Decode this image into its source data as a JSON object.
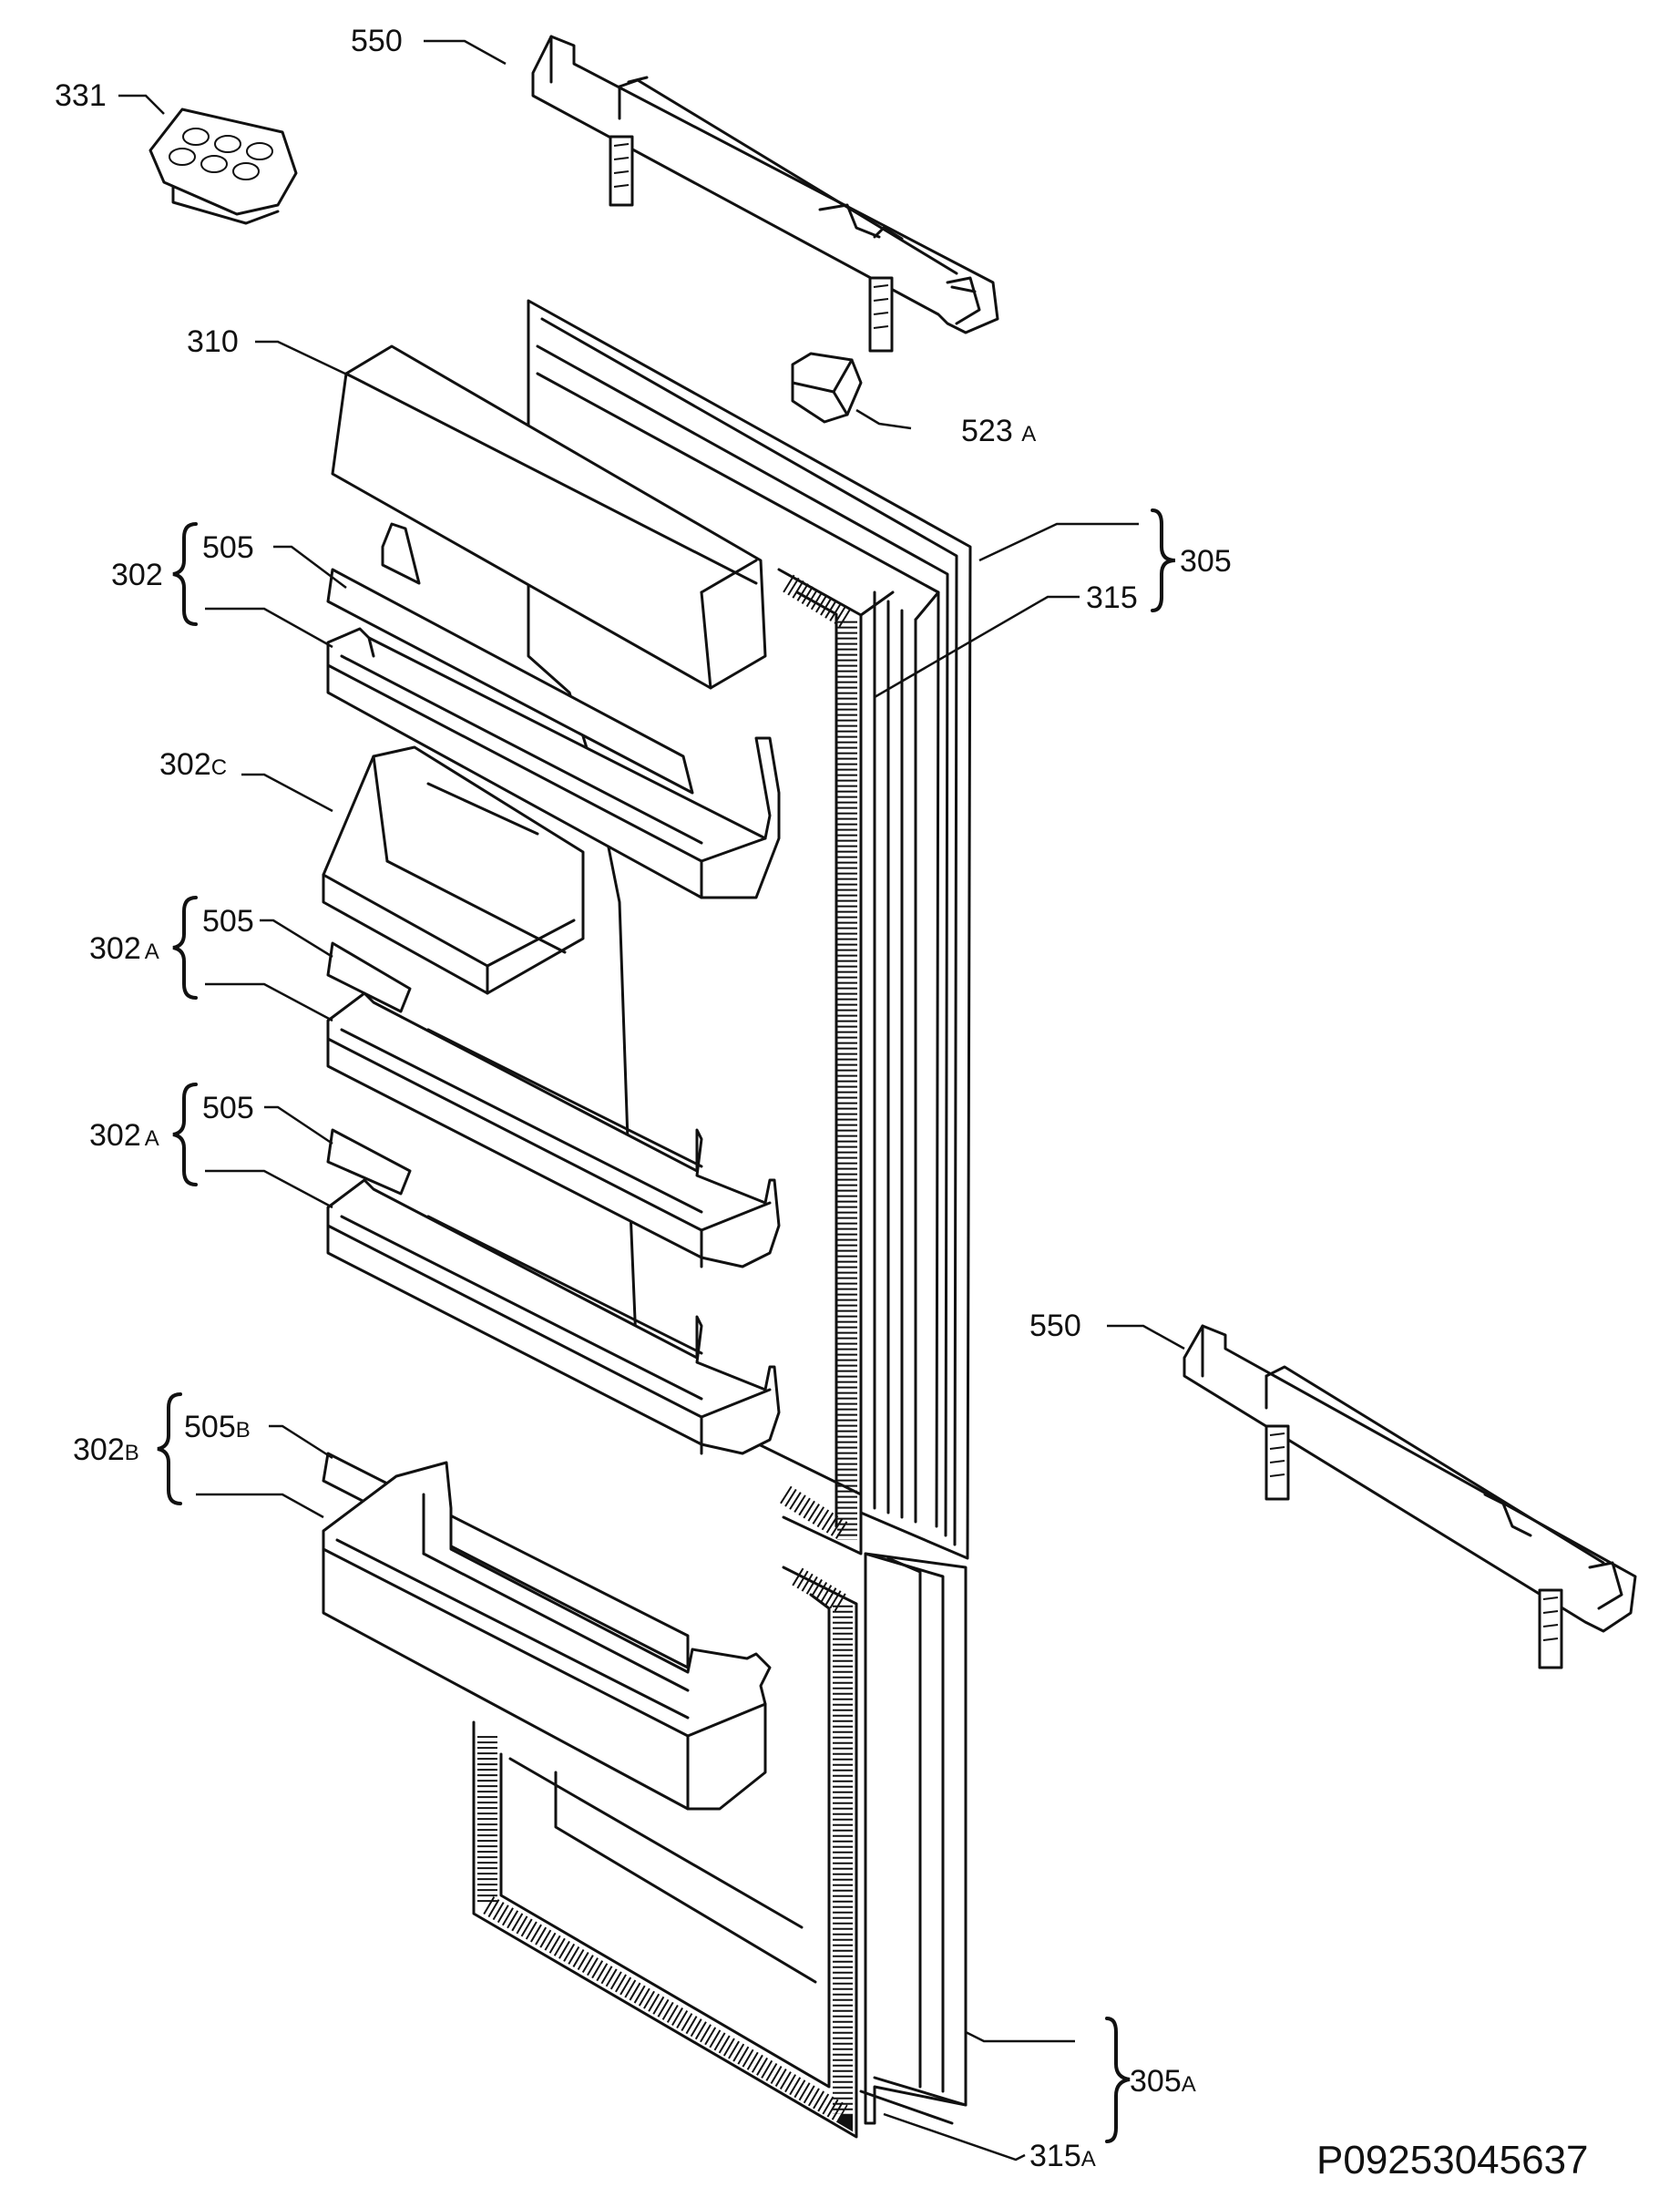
{
  "labels": {
    "l550_top": "550",
    "l331": "331",
    "l310": "310",
    "l523": "523",
    "l523_suffix": "A",
    "l305": "305",
    "l315": "315",
    "l302": "302",
    "l505_a": "505",
    "l302c": "302",
    "l302c_suffix": "C",
    "l302a_1": "302",
    "l302a_1_suffix": "A",
    "l505_b": "505",
    "l302a_2": "302",
    "l302a_2_suffix": "A",
    "l505_c": "505",
    "l550_right": "550",
    "l302b": "302",
    "l302b_suffix": "B",
    "l505b": "505",
    "l505b_suffix": "B",
    "l305a": "305",
    "l305a_suffix": "A",
    "l315a": "315",
    "l315a_suffix": "A"
  },
  "drawing_code": "P09253045637"
}
